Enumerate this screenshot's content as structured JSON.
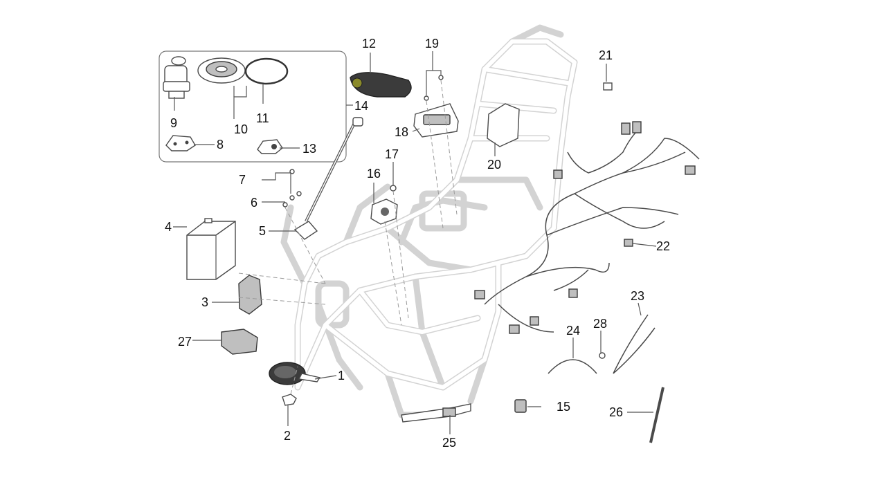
{
  "diagram": {
    "callouts": [
      "1",
      "2",
      "3",
      "4",
      "5",
      "6",
      "7",
      "8",
      "9",
      "10",
      "11",
      "12",
      "13",
      "14",
      "15",
      "16",
      "17",
      "18",
      "19",
      "20",
      "21",
      "22",
      "23",
      "24",
      "25",
      "26",
      "27",
      "28"
    ]
  },
  "colors": {
    "frame": "#d3d3d3",
    "line": "#555555",
    "part_dark": "#3b3b3b",
    "text": "#111111"
  }
}
